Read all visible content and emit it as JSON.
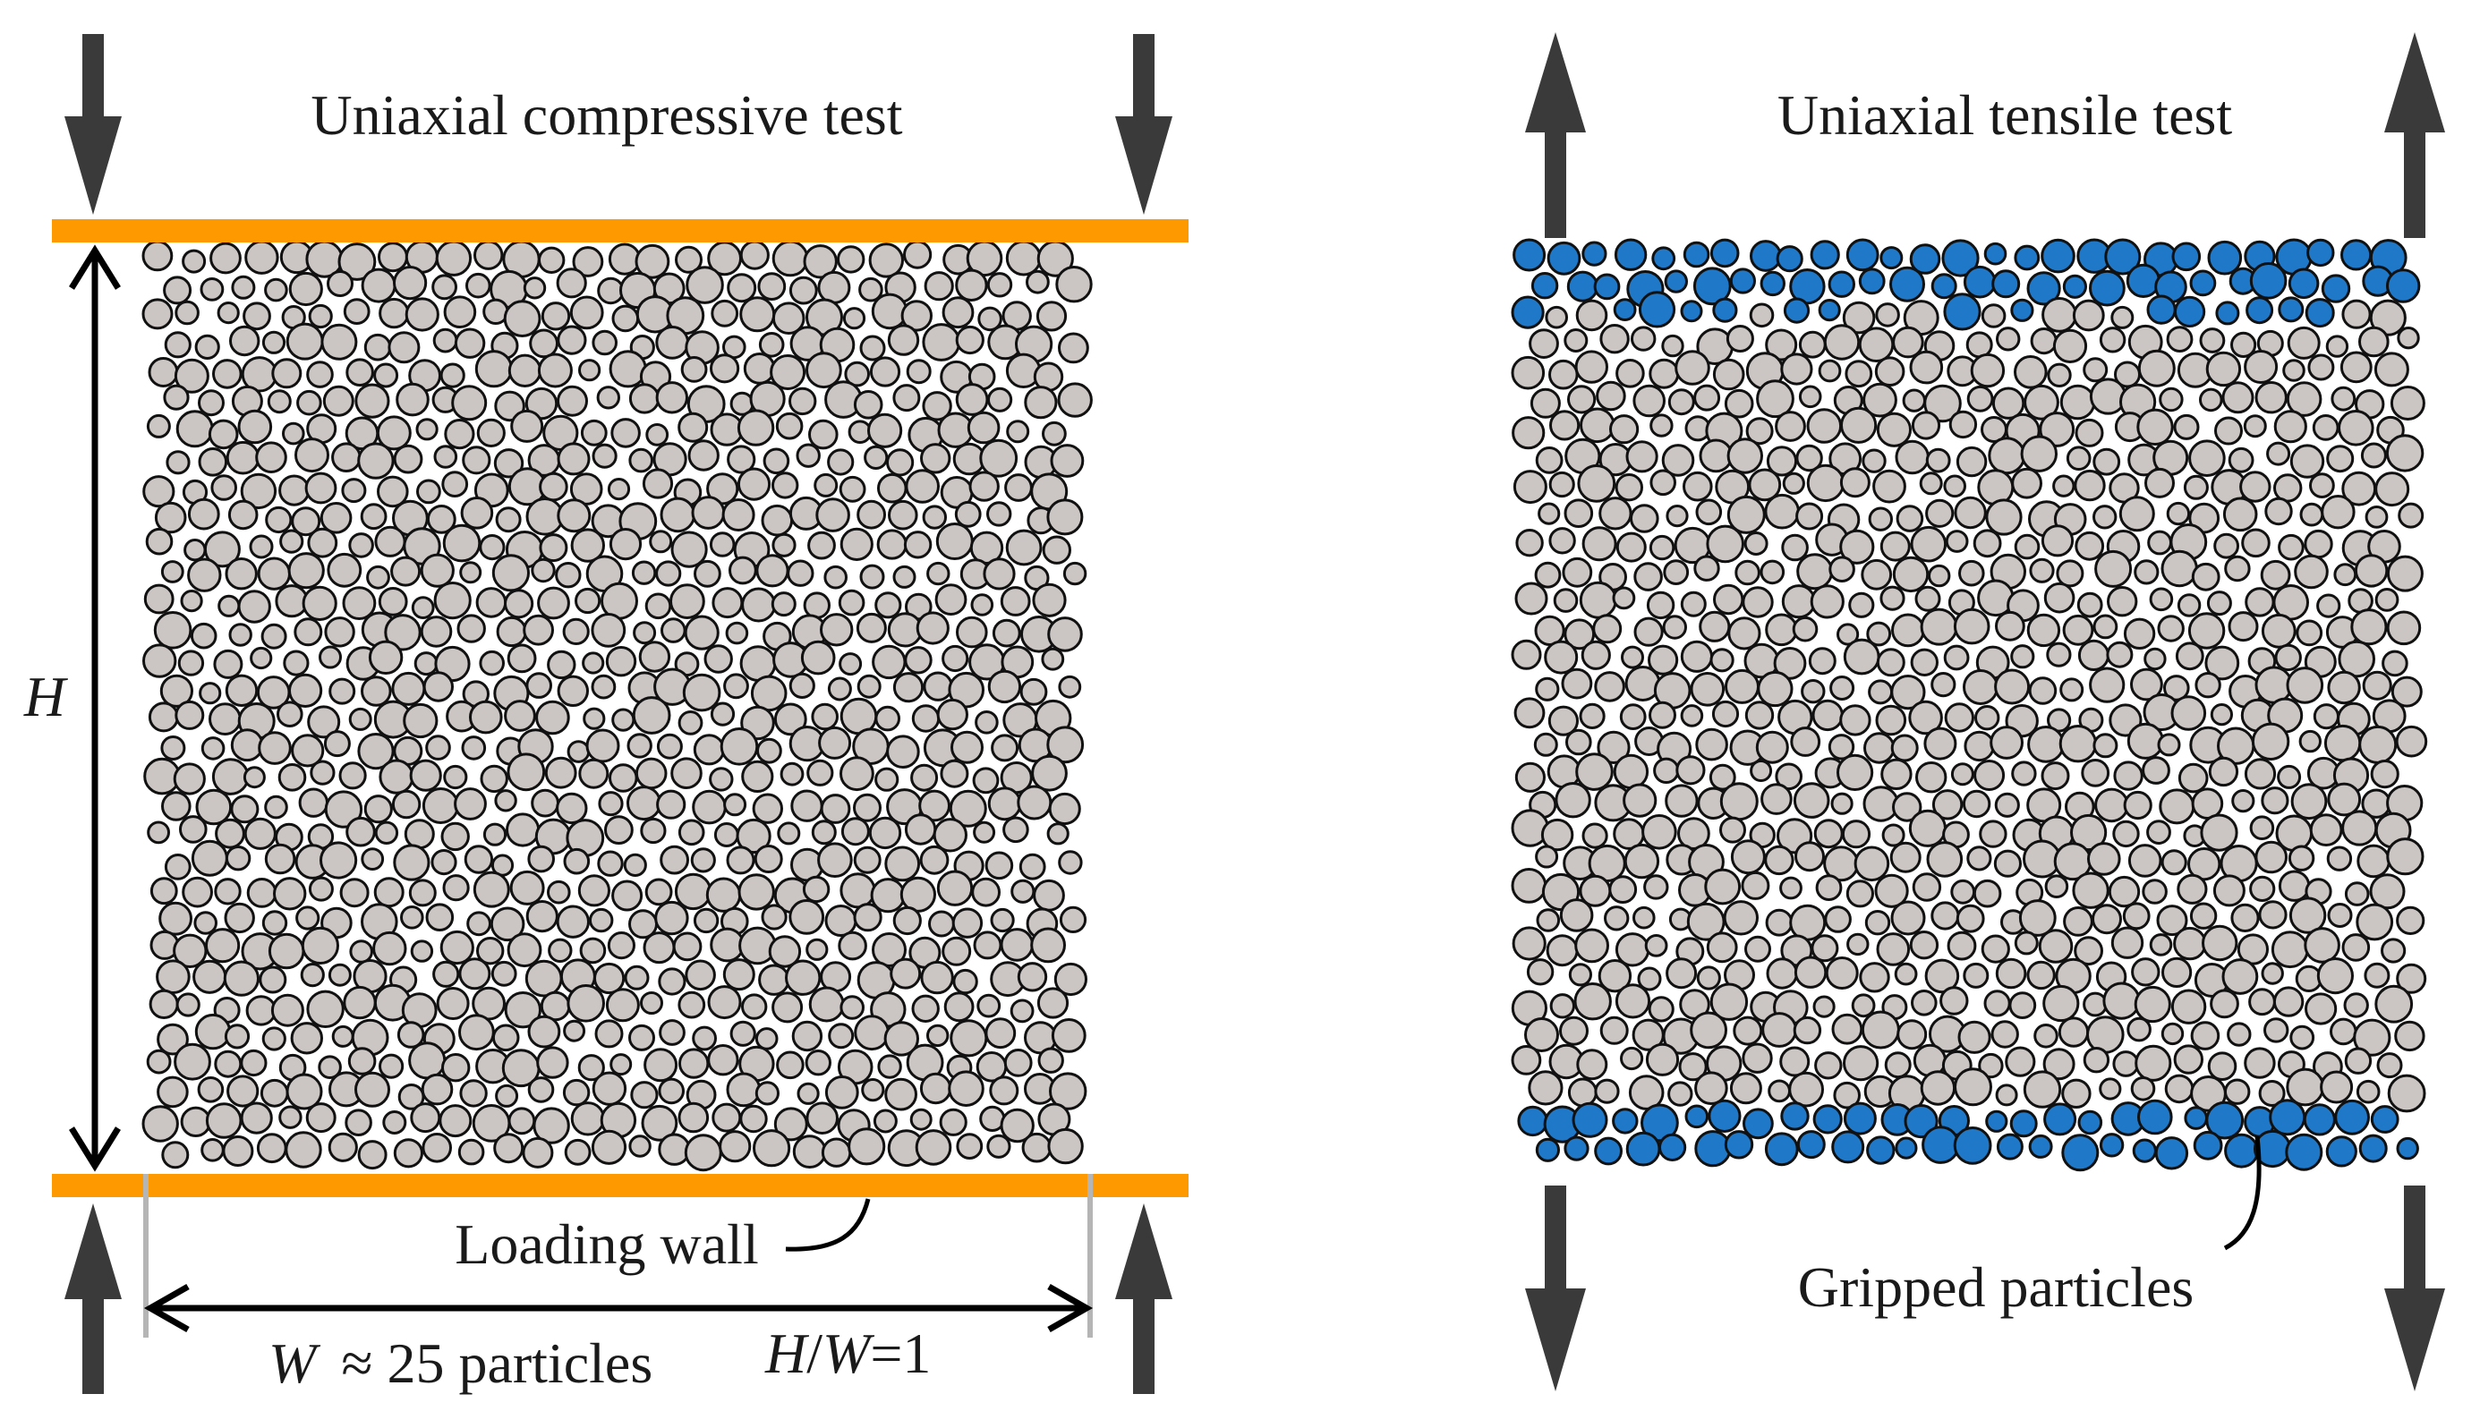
{
  "compression_panel": {
    "title": "Uniaxial compressive test",
    "height_symbol": "H",
    "wall_label": "Loading wall",
    "width_symbol": "W",
    "width_note": "≈ 25 particles",
    "ratio_label": "H/W=1",
    "ratio_symbol_h": "H",
    "ratio_slash": "/",
    "ratio_symbol_w": "W",
    "ratio_value": "=1",
    "particles_per_width": 25
  },
  "tension_panel": {
    "title": "Uniaxial tensile test",
    "grip_label": "Gripped particles"
  },
  "colors": {
    "loading_wall": "#ff9900",
    "particle_fill": "#cbc6c4",
    "gripped_fill": "#1f78c8",
    "arrow": "#3a3a3a",
    "outline": "#111111"
  }
}
